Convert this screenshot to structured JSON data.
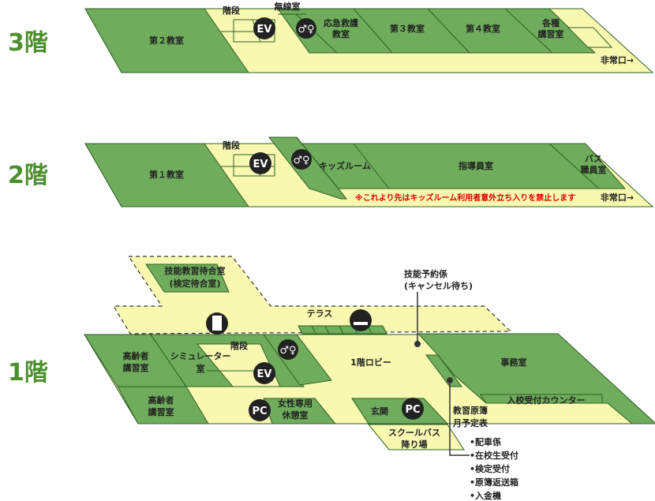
{
  "floors": {
    "f3": {
      "label": "3階",
      "rooms": {
        "classroom2": "第２教室",
        "stairs": "階段",
        "radio": "無線室",
        "firstaid1": "応急救護",
        "firstaid2": "教室",
        "classroom3": "第３教室",
        "classroom4": "第４教室",
        "lecture1": "各種",
        "lecture2": "講習室",
        "exit": "非常口→"
      },
      "icons": {
        "ev": "EV"
      }
    },
    "f2": {
      "label": "2階",
      "rooms": {
        "classroom1": "第１教室",
        "stairs": "階段",
        "kids": "キッズルーム",
        "instructors": "指導員室",
        "bus1": "バス",
        "bus2": "職員室",
        "exit": "非常口→",
        "warning": "※これより先はキッズルーム利用者意外立ち入りを禁止します"
      },
      "icons": {
        "ev": "EV"
      }
    },
    "f1": {
      "label": "1階",
      "rooms": {
        "waiting1": "技能教習待合室",
        "waiting2": "(検定待合室)",
        "reserve1": "技能予約係",
        "reserve2": "(キャンセル待ち)",
        "terrace": "テラス",
        "stairs": "階段",
        "lobby": "1階ロビー",
        "office": "事務室",
        "elderly_a1": "高齢者",
        "elderly_a2": "講習室",
        "sim1": "シミュレーター",
        "sim2": "室",
        "elderly_b1": "高齢者",
        "elderly_b2": "講習室",
        "women1": "女性専用",
        "women2": "休憩室",
        "entrance": "玄関",
        "schedule1": "教習原簿",
        "schedule2": "月予定表",
        "counter": "入校受付カウンター",
        "bus1": "スクールバス",
        "bus2": "降り場"
      },
      "services": [
        "•配車係",
        "•在校生受付",
        "•検定受付",
        "•原簿返送箱",
        "•入金機"
      ],
      "icons": {
        "ev": "EV",
        "pc": "PC"
      }
    }
  },
  "colors": {
    "room": "#6fad5c",
    "corridor": "#f8f8b0",
    "floor_label": "#4c8f2d",
    "warning": "#e00000"
  }
}
